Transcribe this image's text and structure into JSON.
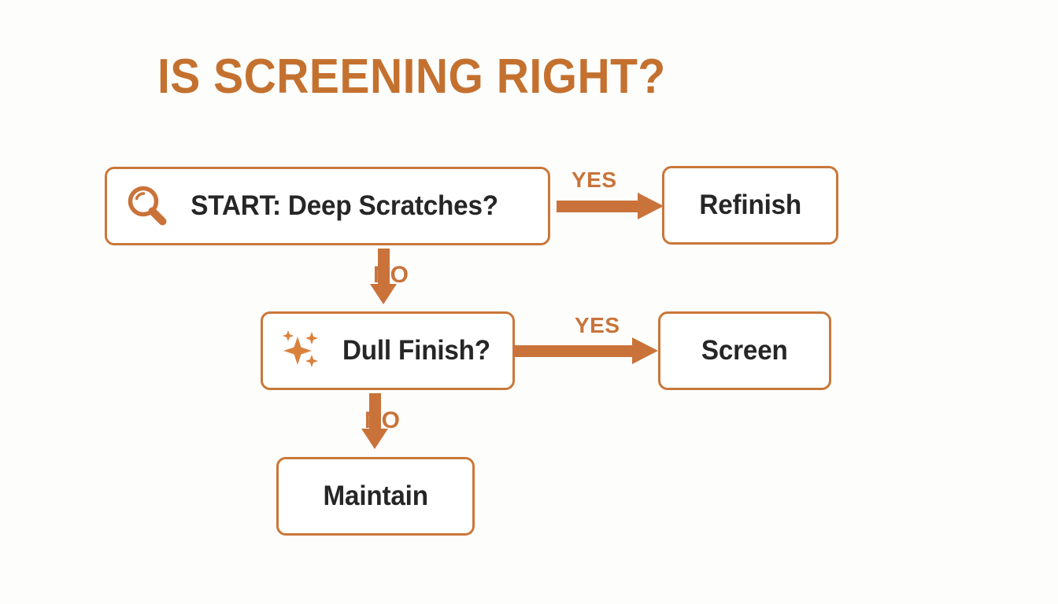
{
  "title": "IS SCREENING RIGHT?",
  "colors": {
    "accent_orange": "#c9733a",
    "title_orange": "#c4712f",
    "node_text": "#262626",
    "background": "#fdfdfc",
    "node_fill": "#ffffff"
  },
  "nodes": {
    "start": {
      "label": "START: Deep Scratches?",
      "icon": "magnifying-glass-icon"
    },
    "refinish": {
      "label": "Refinish"
    },
    "dull": {
      "label": "Dull Finish?",
      "icon": "sparkles-icon"
    },
    "screen": {
      "label": "Screen"
    },
    "maintain": {
      "label": "Maintain"
    }
  },
  "edges": {
    "start_yes": {
      "label": "YES",
      "from": "start",
      "to": "refinish",
      "direction": "right"
    },
    "start_no": {
      "label": "NO",
      "from": "start",
      "to": "dull",
      "direction": "down"
    },
    "dull_yes": {
      "label": "YES",
      "from": "dull",
      "to": "screen",
      "direction": "right"
    },
    "dull_no": {
      "label": "NO",
      "from": "dull",
      "to": "maintain",
      "direction": "down"
    }
  }
}
